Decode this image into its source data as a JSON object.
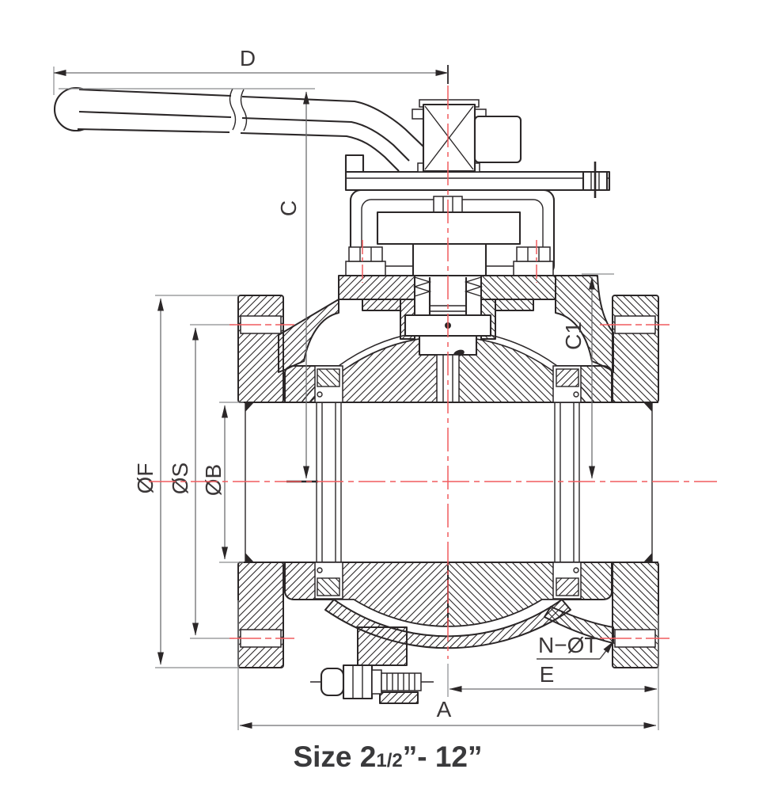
{
  "drawing": {
    "title": "ball-valve-cross-section",
    "labels": {
      "d": "D",
      "c": "C",
      "c1": "C1",
      "f": "ØF",
      "s": "ØS",
      "b": "ØB",
      "nt": "N−ØT",
      "e": "E",
      "a": "A"
    },
    "caption": {
      "size_prefix": "Size 2",
      "fraction": "1/2",
      "suffix": "”- 12”"
    },
    "colors": {
      "outline": "#2b2728",
      "centerline_red": "#f15b5e",
      "dimension_gray": "#6d6e71",
      "label_text": "#3b3738",
      "background": "#ffffff"
    }
  }
}
